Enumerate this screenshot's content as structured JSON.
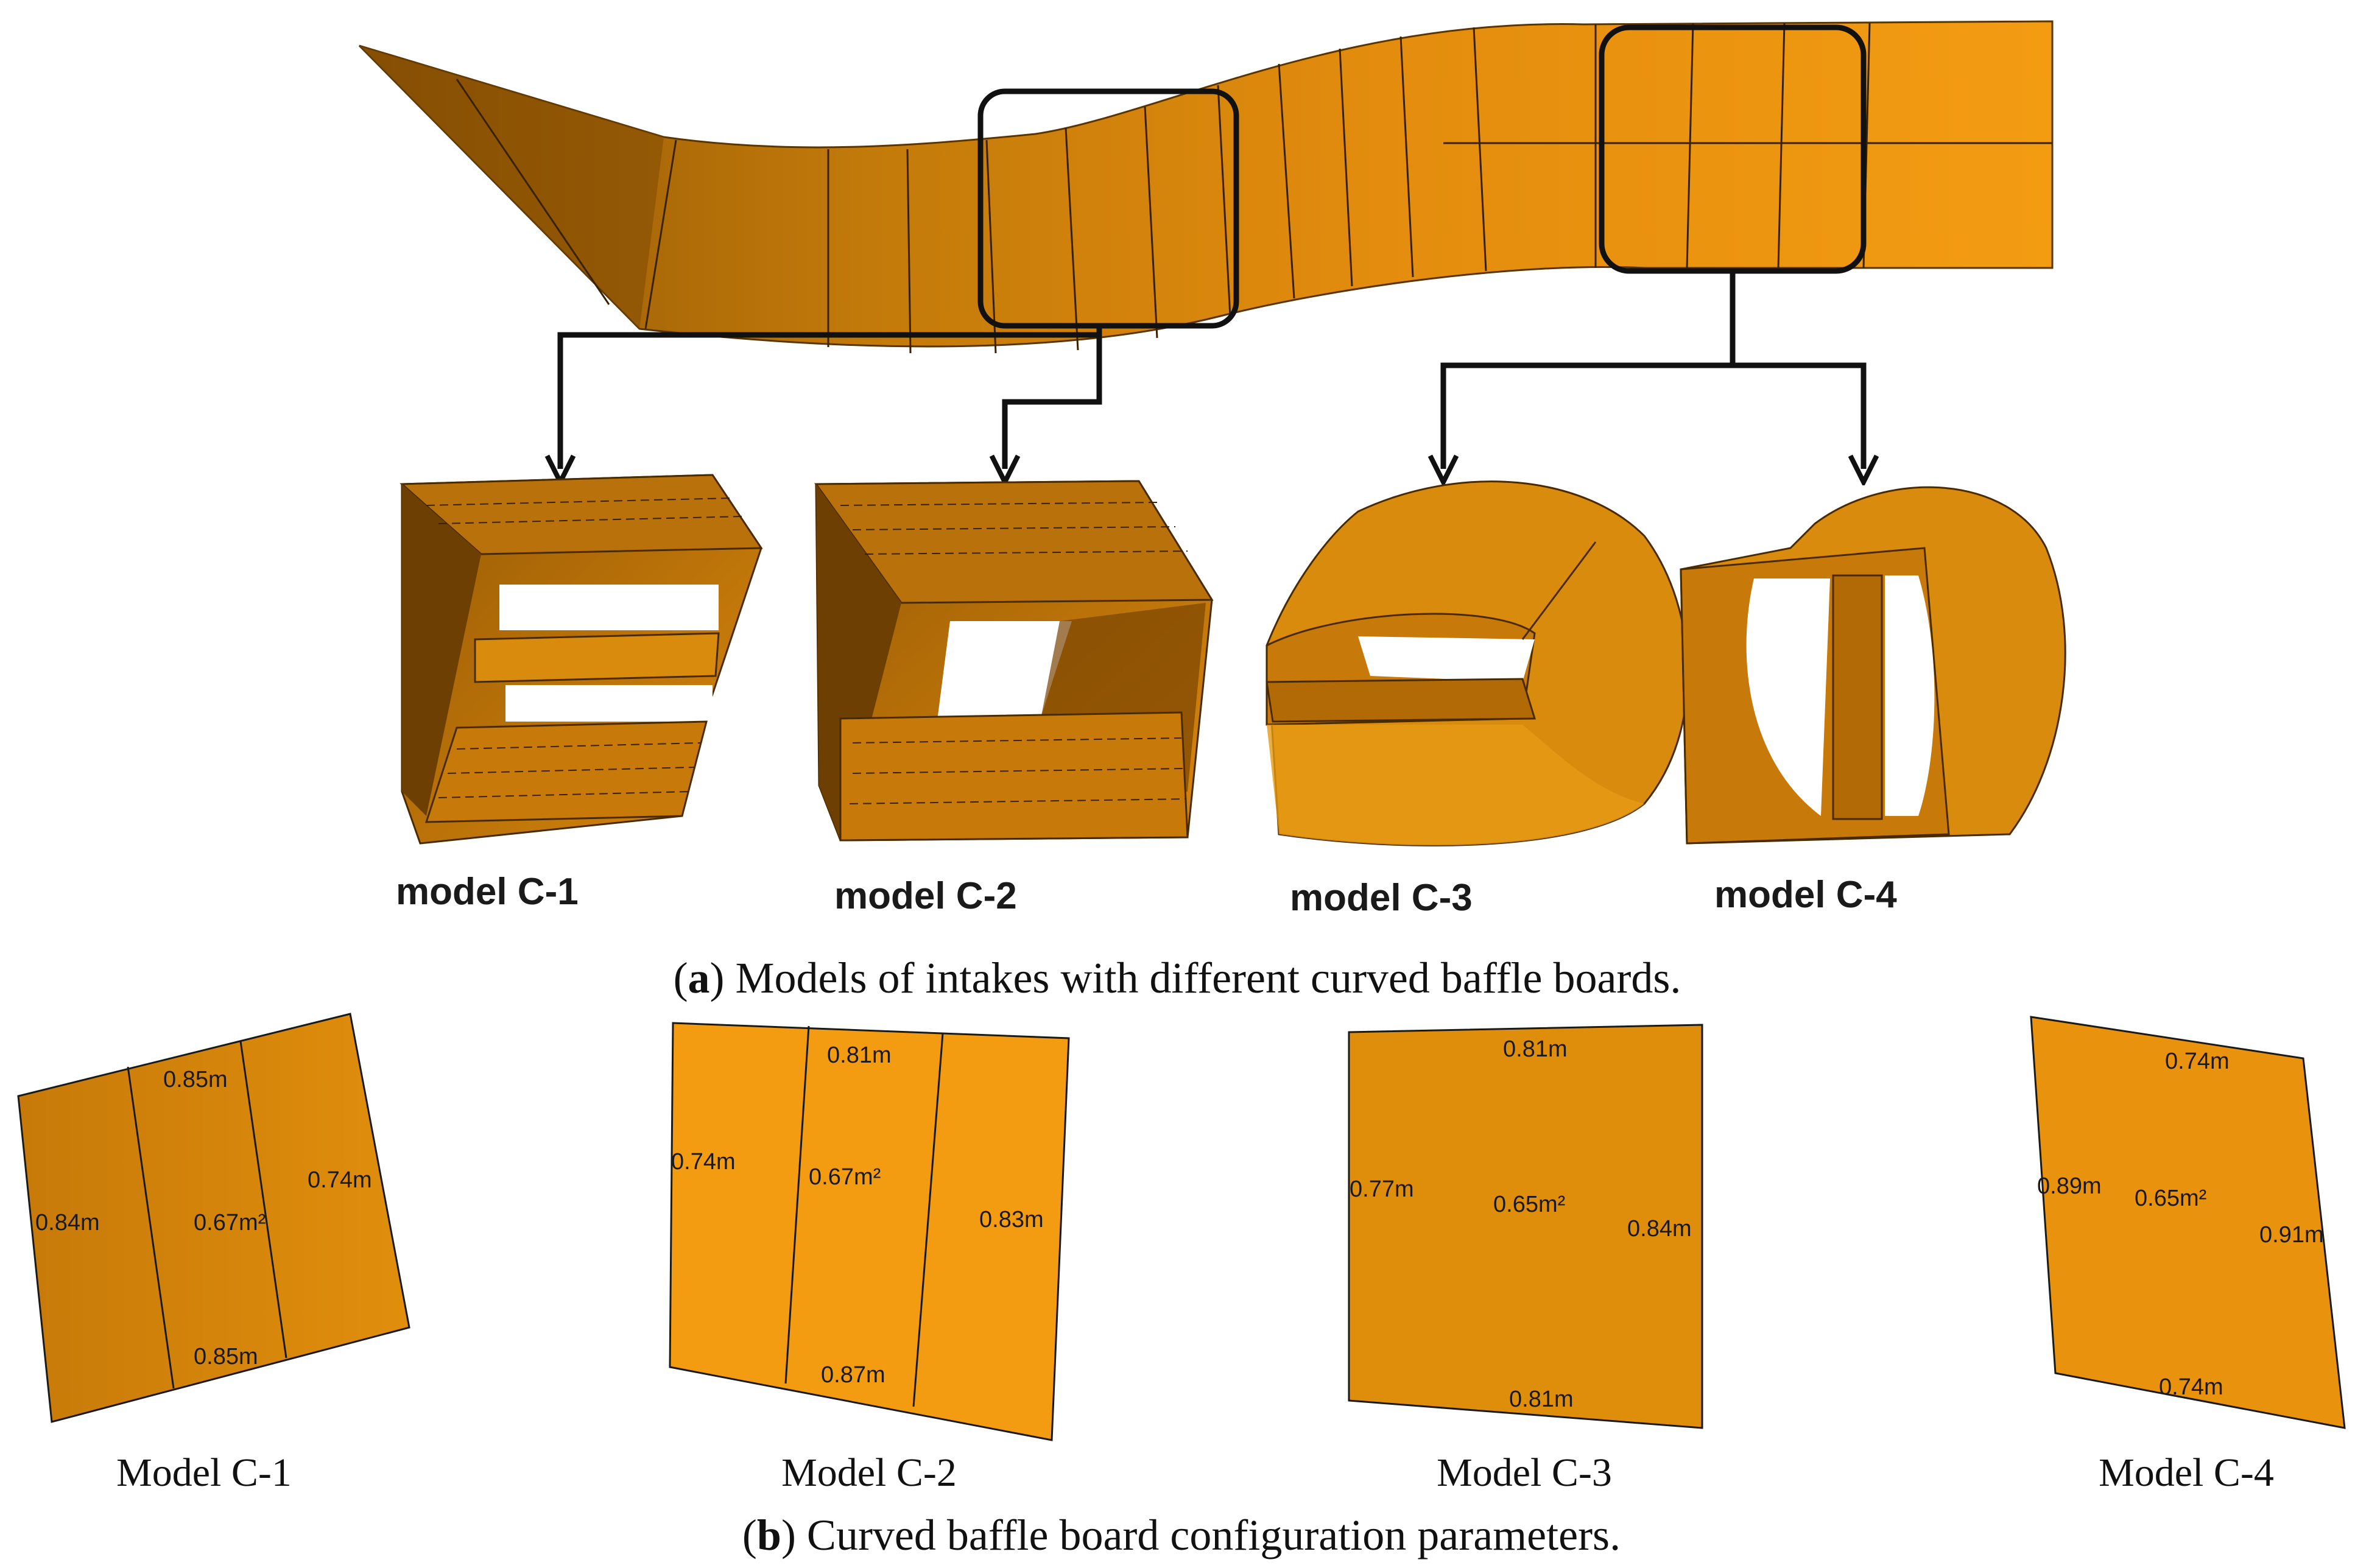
{
  "colors": {
    "orange_light": "#F39C12",
    "orange_mid": "#E08A0B",
    "orange_dark": "#B96F08",
    "outline": "#1a1a1a",
    "background": "#FFFFFF"
  },
  "top_panel": {
    "models": [
      {
        "label": "model C-1"
      },
      {
        "label": "model C-2"
      },
      {
        "label": "model C-3"
      },
      {
        "label": "model C-4"
      }
    ],
    "caption": {
      "prefix": "(",
      "letter": "a",
      "text": ") Models of intakes with different curved baffle boards."
    }
  },
  "bottom_panel": {
    "boards": [
      {
        "name": "Model C-1",
        "top": "0.85m",
        "left": "0.84m",
        "right": "0.74m",
        "bottom": "0.85m",
        "area": "0.67m²"
      },
      {
        "name": "Model C-2",
        "top": "0.81m",
        "left": "0.74m",
        "right": "0.83m",
        "bottom": "0.87m",
        "area": "0.67m²"
      },
      {
        "name": "Model C-3",
        "top": "0.81m",
        "left": "0.77m",
        "right": "0.84m",
        "bottom": "0.81m",
        "area": "0.65m²"
      },
      {
        "name": "Model C-4",
        "top": "0.74m",
        "left": "0.89m",
        "right": "0.91m",
        "bottom": "0.74m",
        "area": "0.65m²"
      }
    ],
    "caption": {
      "prefix": "(",
      "letter": "b",
      "text": ") Curved baffle board configuration parameters."
    }
  }
}
